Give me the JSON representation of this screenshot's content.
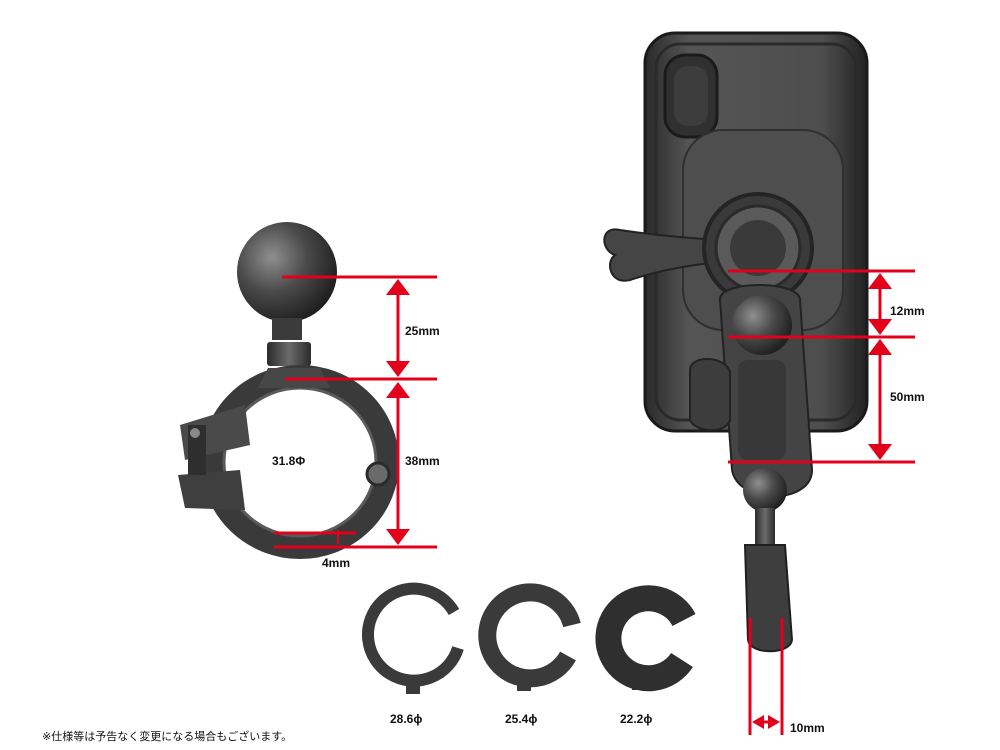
{
  "dimensions": {
    "clamp_ball_height": "25mm",
    "clamp_height": "38mm",
    "clamp_gap": "4mm",
    "clamp_diameter": "31.8Φ",
    "mount_upper": "12mm",
    "mount_lower": "50mm",
    "stem_width": "10mm"
  },
  "shims": [
    {
      "label": "28.6ϕ"
    },
    {
      "label": "25.4ϕ"
    },
    {
      "label": "22.2ϕ"
    }
  ],
  "footnote": "※仕様等は予告なく変更になる場合もございます。",
  "colors": {
    "dimension_line": "#e3001b",
    "product_dark": "#3a3a3a",
    "product_mid": "#5a5a5a",
    "product_light": "#8a8a8a"
  }
}
